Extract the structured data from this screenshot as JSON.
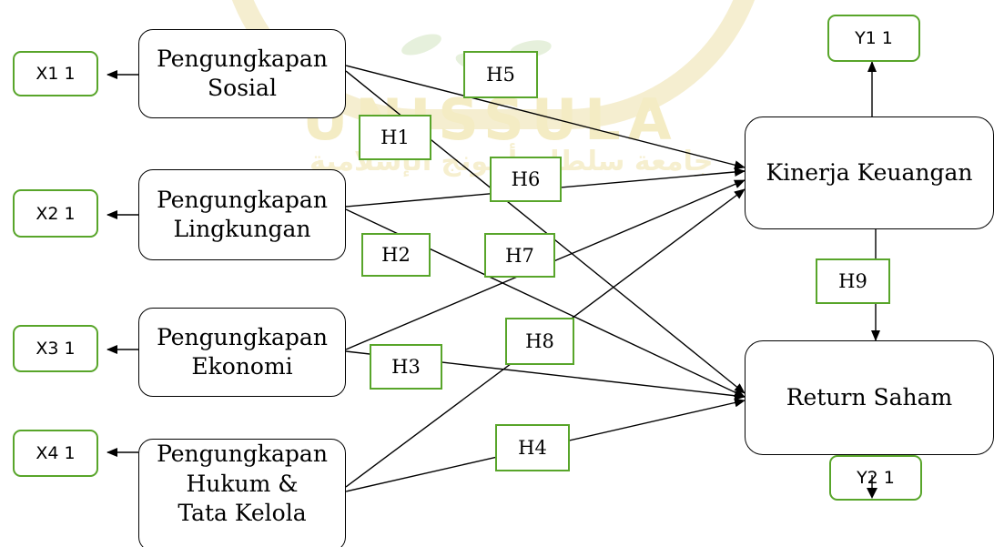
{
  "colors": {
    "indicator_border": "#58a52a",
    "hypothesis_border": "#58a52a",
    "line": "#000000",
    "watermark": "#f4ecc4"
  },
  "watermark": {
    "text": "UNISSULA",
    "arabic": "جامعة سلطان أجونج الإسلامية"
  },
  "constructs": {
    "sosial": "Pengungkapan\nSosial",
    "lingkungan": "Pengungkapan\nLingkungan",
    "ekonomi": "Pengungkapan\nEkonomi",
    "hukum": "Pengungkapan\nHukum &\nTata Kelola",
    "kinerja": "Kinerja Keuangan",
    "return": "Return Saham"
  },
  "indicators": {
    "x1": "X1 1",
    "x2": "X2 1",
    "x3": "X3 1",
    "x4": "X4 1",
    "y1": "Y1 1",
    "y2": "Y2 1"
  },
  "hypotheses": {
    "h1": "H1",
    "h2": "H2",
    "h3": "H3",
    "h4": "H4",
    "h5": "H5",
    "h6": "H6",
    "h7": "H7",
    "h8": "H8",
    "h9": "H9"
  }
}
